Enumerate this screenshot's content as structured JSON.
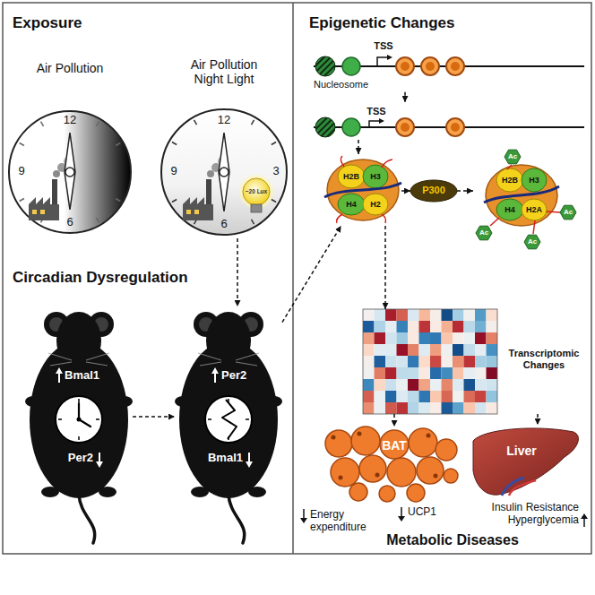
{
  "diagram": {
    "nodes": [
      {
        "text": [
          "Air Pollution",
          "12",
          "9",
          "6"
        ]
      },
      {
        "text": [
          "Air Pollution Night Light",
          "12",
          "9",
          "3",
          "6",
          "~20 Lux"
        ]
      },
      {
        "text": [
          "Bmal1",
          "Per2"
        ]
      },
      {
        "text": [
          "Per2",
          "Bmal1"
        ]
      },
      {
        "text": [
          "TSS",
          "Nucleosome"
        ]
      },
      {
        "text": [
          "TSS"
        ]
      },
      {
        "text": [
          "H2B",
          "H3",
          "H4",
          "H2"
        ]
      },
      {
        "text": [
          "P300"
        ]
      },
      {
        "text": [
          "H2B",
          "H3",
          "H4",
          "H2A",
          "Ac",
          "Ac",
          "Ac",
          "Ac"
        ]
      },
      {
        "text": [
          "Transcriptomic Changes"
        ]
      },
      {
        "text": [
          "BAT"
        ]
      },
      {
        "text": [
          "Liver"
        ]
      }
    ],
    "edges": [
      {
        "from": 1,
        "to": 3,
        "arrow": "to"
      },
      {
        "from": 2,
        "to": 3,
        "arrow": "to"
      },
      {
        "from": 3,
        "to": 6,
        "arrow": "to"
      },
      {
        "from": 4,
        "to": 5,
        "arrow": "to"
      },
      {
        "from": 5,
        "to": 6,
        "arrow": "to"
      },
      {
        "from": 6,
        "to": 7,
        "arrow": "to"
      },
      {
        "from": 7,
        "to": 8,
        "arrow": "to"
      },
      {
        "from": 6,
        "to": 9,
        "arrow": "to"
      },
      {
        "from": 9,
        "to": 10,
        "arrow": "to"
      },
      {
        "from": 9,
        "to": 11,
        "arrow": "to"
      }
    ],
    "labels": [
      "Exposure",
      "Circadian Dysregulation",
      "Epigenetic Changes",
      "UCP1",
      "Energy expenditure",
      "Insulin Resistance Hyperglycemia",
      "Metabolic Diseases"
    ]
  }
}
